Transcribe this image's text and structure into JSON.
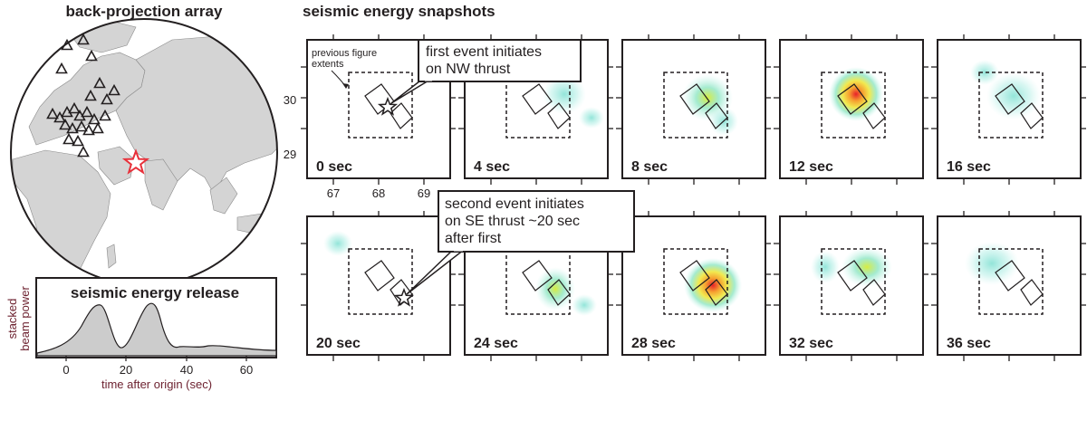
{
  "globe": {
    "title": "back-projection array"
  },
  "energy_release": {
    "title": "seismic energy release",
    "ylabel_line1": "stacked",
    "ylabel_line2": "beam power",
    "xlabel": "time after origin (sec)",
    "xticks": [
      "0",
      "20",
      "40",
      "60"
    ]
  },
  "snapshots": {
    "title": "seismic energy snapshots",
    "lat_ticks": [
      "30",
      "29"
    ],
    "lon_ticks": [
      "67",
      "68",
      "69"
    ],
    "extent_note_line1": "previous figure",
    "extent_note_line2": "extents",
    "callout_first_line1": "first event initiates",
    "callout_first_line2": "on NW thrust",
    "callout_second_line1": "second event initiates",
    "callout_second_line2": "on SE thrust ~20 sec",
    "callout_second_line3": "after first",
    "frames": [
      {
        "label": "0 sec",
        "energy": 0.05
      },
      {
        "label": "4 sec",
        "energy": 0.2
      },
      {
        "label": "8 sec",
        "energy": 0.6
      },
      {
        "label": "12 sec",
        "energy": 1.0
      },
      {
        "label": "16 sec",
        "energy": 0.2
      },
      {
        "label": "20 sec",
        "energy": 0.2
      },
      {
        "label": "24 sec",
        "energy": 0.45
      },
      {
        "label": "28 sec",
        "energy": 1.0
      },
      {
        "label": "32 sec",
        "energy": 0.6
      },
      {
        "label": "36 sec",
        "energy": 0.3
      }
    ]
  },
  "colors": {
    "land": "#d4d4d4",
    "ocean": "#ffffff",
    "station": "#231f20",
    "epicenter_star": "#e8303a",
    "energy_low": "#8fe3d6",
    "energy_mid": "#f4e04a",
    "energy_high": "#e8202a"
  }
}
